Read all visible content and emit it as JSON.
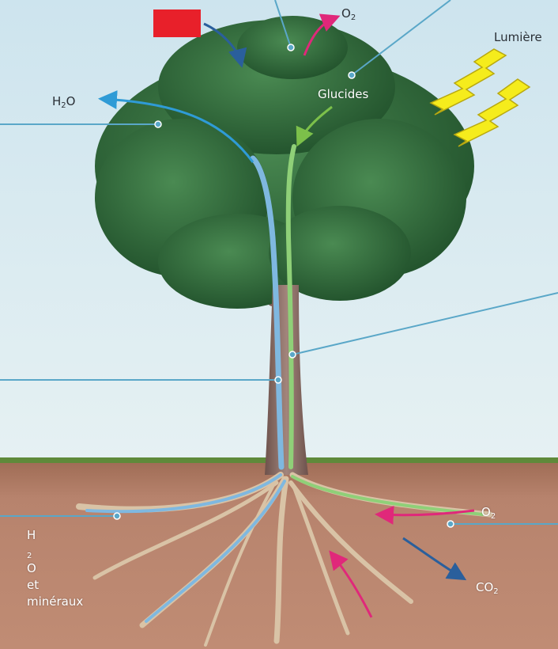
{
  "labels": {
    "o2_top": "O",
    "o2_top_sub": "2",
    "lumiere": "Lumière",
    "h2o_left": "H",
    "h2o_left_sub": "2",
    "h2o_left_tail": "O",
    "glucides": "Glucides",
    "o2_soil": "O",
    "o2_soil_sub": "2",
    "h2o_soil": "H",
    "h2o_soil_sub": "2",
    "h2o_soil_tail": "O",
    "et": "et",
    "mineraux": "minéraux",
    "co2_soil": "CO",
    "co2_soil_sub": "2"
  },
  "colors": {
    "sky_top": "#cfe6ef",
    "sky_bottom": "#e8f2f4",
    "soil": "#b7836d",
    "soil_dark": "#9c6a55",
    "grass": "#5f8a3a",
    "foliage": "#2f6b3a",
    "trunk": "#8a6a62",
    "sap_blue": "#7fb8e0",
    "sap_green": "#8fd078",
    "arrow_blue": "#2f78b0",
    "arrow_pink": "#e0287a",
    "arrow_green": "#7cc04a",
    "arrow_dark_blue": "#2a5f9c",
    "lightning": "#f5ec1c",
    "redaction": "#e8202a",
    "leader_line": "#5aa7c8"
  },
  "icons": [
    "redaction-box",
    "lightning-bolt-icon",
    "pointer-dot-icon"
  ]
}
